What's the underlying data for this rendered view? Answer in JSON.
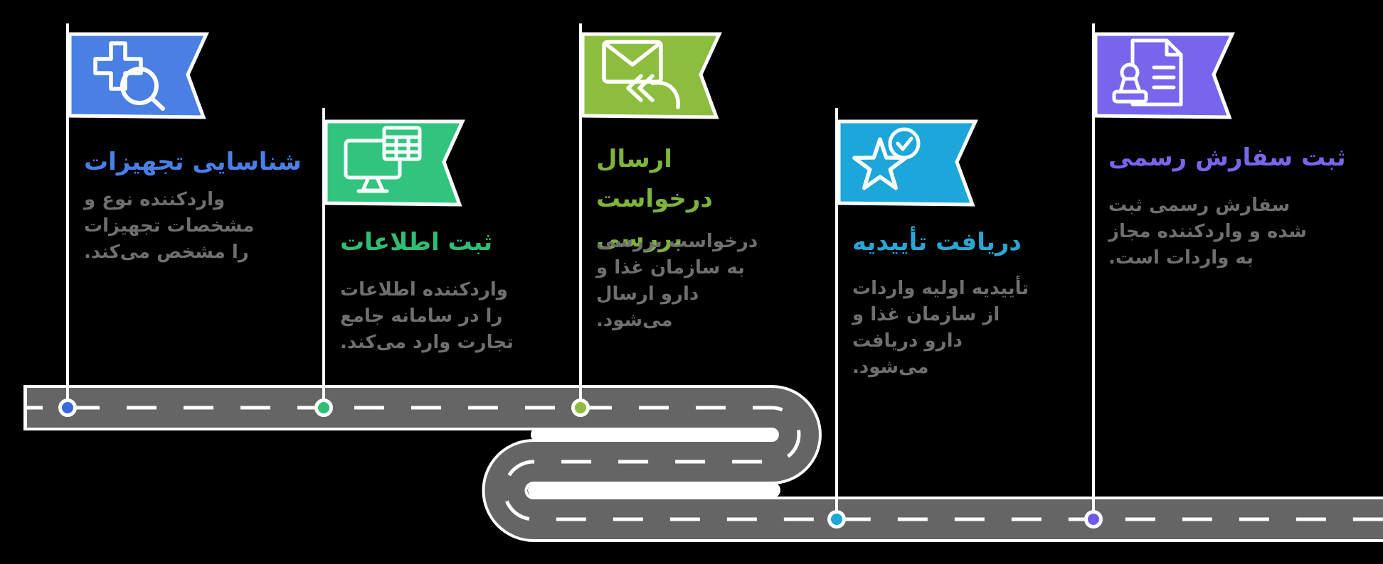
{
  "background": "#000000",
  "road": {
    "asphalt_color": "#656565",
    "casing_color": "#FFFFFF",
    "dash_color": "#FFFFFF"
  },
  "steps": [
    {
      "title": "شناسایی تجهیزات",
      "body": "واردکننده نوع و مشخصات تجهیزات را مشخص می‌کند.",
      "flag_color": "#4A80E4",
      "title_color": "#4A7FE6",
      "dot_color": "#3A6BDC",
      "icon": "search-plus-icon"
    },
    {
      "title": "ثبت اطلاعات",
      "body": "واردکننده اطلاعات را در سامانه جامع تجارت وارد می‌کند.",
      "flag_color": "#32C47E",
      "title_color": "#2FBE76",
      "dot_color": "#2FBE76",
      "icon": "monitor-spreadsheet-icon"
    },
    {
      "title": "ارسال درخواست بررسی",
      "body": "درخواست بررسی به سازمان غذا و دارو ارسال می‌شود.",
      "flag_color": "#8CBD3F",
      "title_color": "#7EB33C",
      "dot_color": "#8CBD3F",
      "icon": "send-request-icon"
    },
    {
      "title": "دریافت تأییدیه",
      "body": "تأییدیه اولیه واردات از سازمان غذا و دارو دریافت می‌شود.",
      "flag_color": "#1CA6DA",
      "title_color": "#28A7D3",
      "dot_color": "#1CA6DA",
      "icon": "star-approval-icon"
    },
    {
      "title": "ثبت سفارش رسمی",
      "body": "سفارش رسمی ثبت شده و واردکننده مجاز به واردات است.",
      "flag_color": "#7766EC",
      "title_color": "#7766EC",
      "dot_color": "#7159E8",
      "icon": "stamp-document-icon"
    }
  ]
}
